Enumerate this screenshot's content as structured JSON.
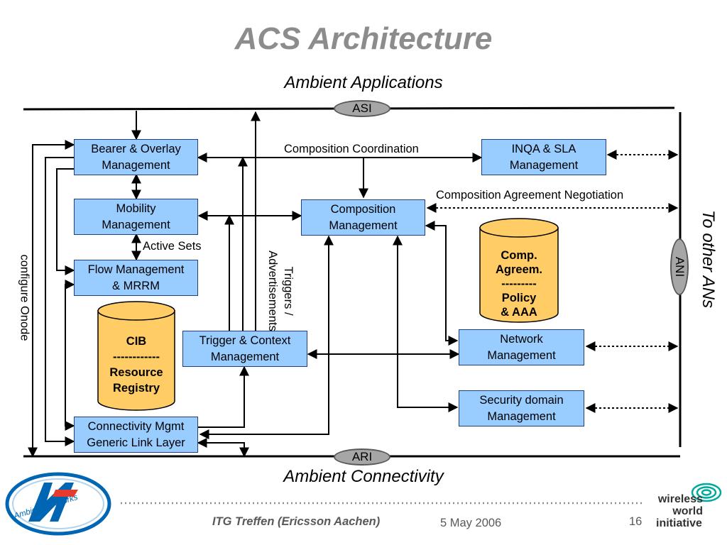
{
  "title": "ACS Architecture",
  "top_label": "Ambient Applications",
  "bottom_label": "Ambient Connectivity",
  "right_label": "To other ANs",
  "interfaces": {
    "asi": "ASI",
    "ari": "ARI",
    "ani": "ANI"
  },
  "boxes": {
    "bearer": "Bearer & Overlay\nManagement",
    "mobility": "Mobility\nManagement",
    "flow": "Flow Management\n& MRRM",
    "connectivity": "Connectivity Mgmt\nGeneric Link Layer",
    "trigger": "Trigger & Context\nManagement",
    "composition": "Composition\nManagement",
    "inqa": "INQA & SLA\nManagement",
    "network": "Network\nManagement",
    "security": "Security domain\nManagement"
  },
  "cylinders": {
    "cib": "CIB\n------------\nResource\nRegistry",
    "comp": "Comp.\nAgreem.\n---------\nPolicy\n& AAA"
  },
  "labels": {
    "composition_coordination": "Composition Coordination",
    "composition_agreement": "Composition Agreement Negotiation",
    "active_sets": "Active Sets",
    "triggers": "Triggers /\nAdvertisements",
    "configure": "configure Onode"
  },
  "logos": {
    "ambient_networks": "Ambient Networks",
    "wwi_line1": "wireless",
    "wwi_line2": "world",
    "wwi_line3": "initiative"
  },
  "footer": {
    "event": "ITG Treffen (Ericsson Aachen)",
    "date": "5 May 2006",
    "page": "16"
  },
  "colors": {
    "box_fill": "#99ccff",
    "cylinder_fill": "#ffcc66",
    "title": "#8c8c8c",
    "interface": "#a6a6a6"
  }
}
